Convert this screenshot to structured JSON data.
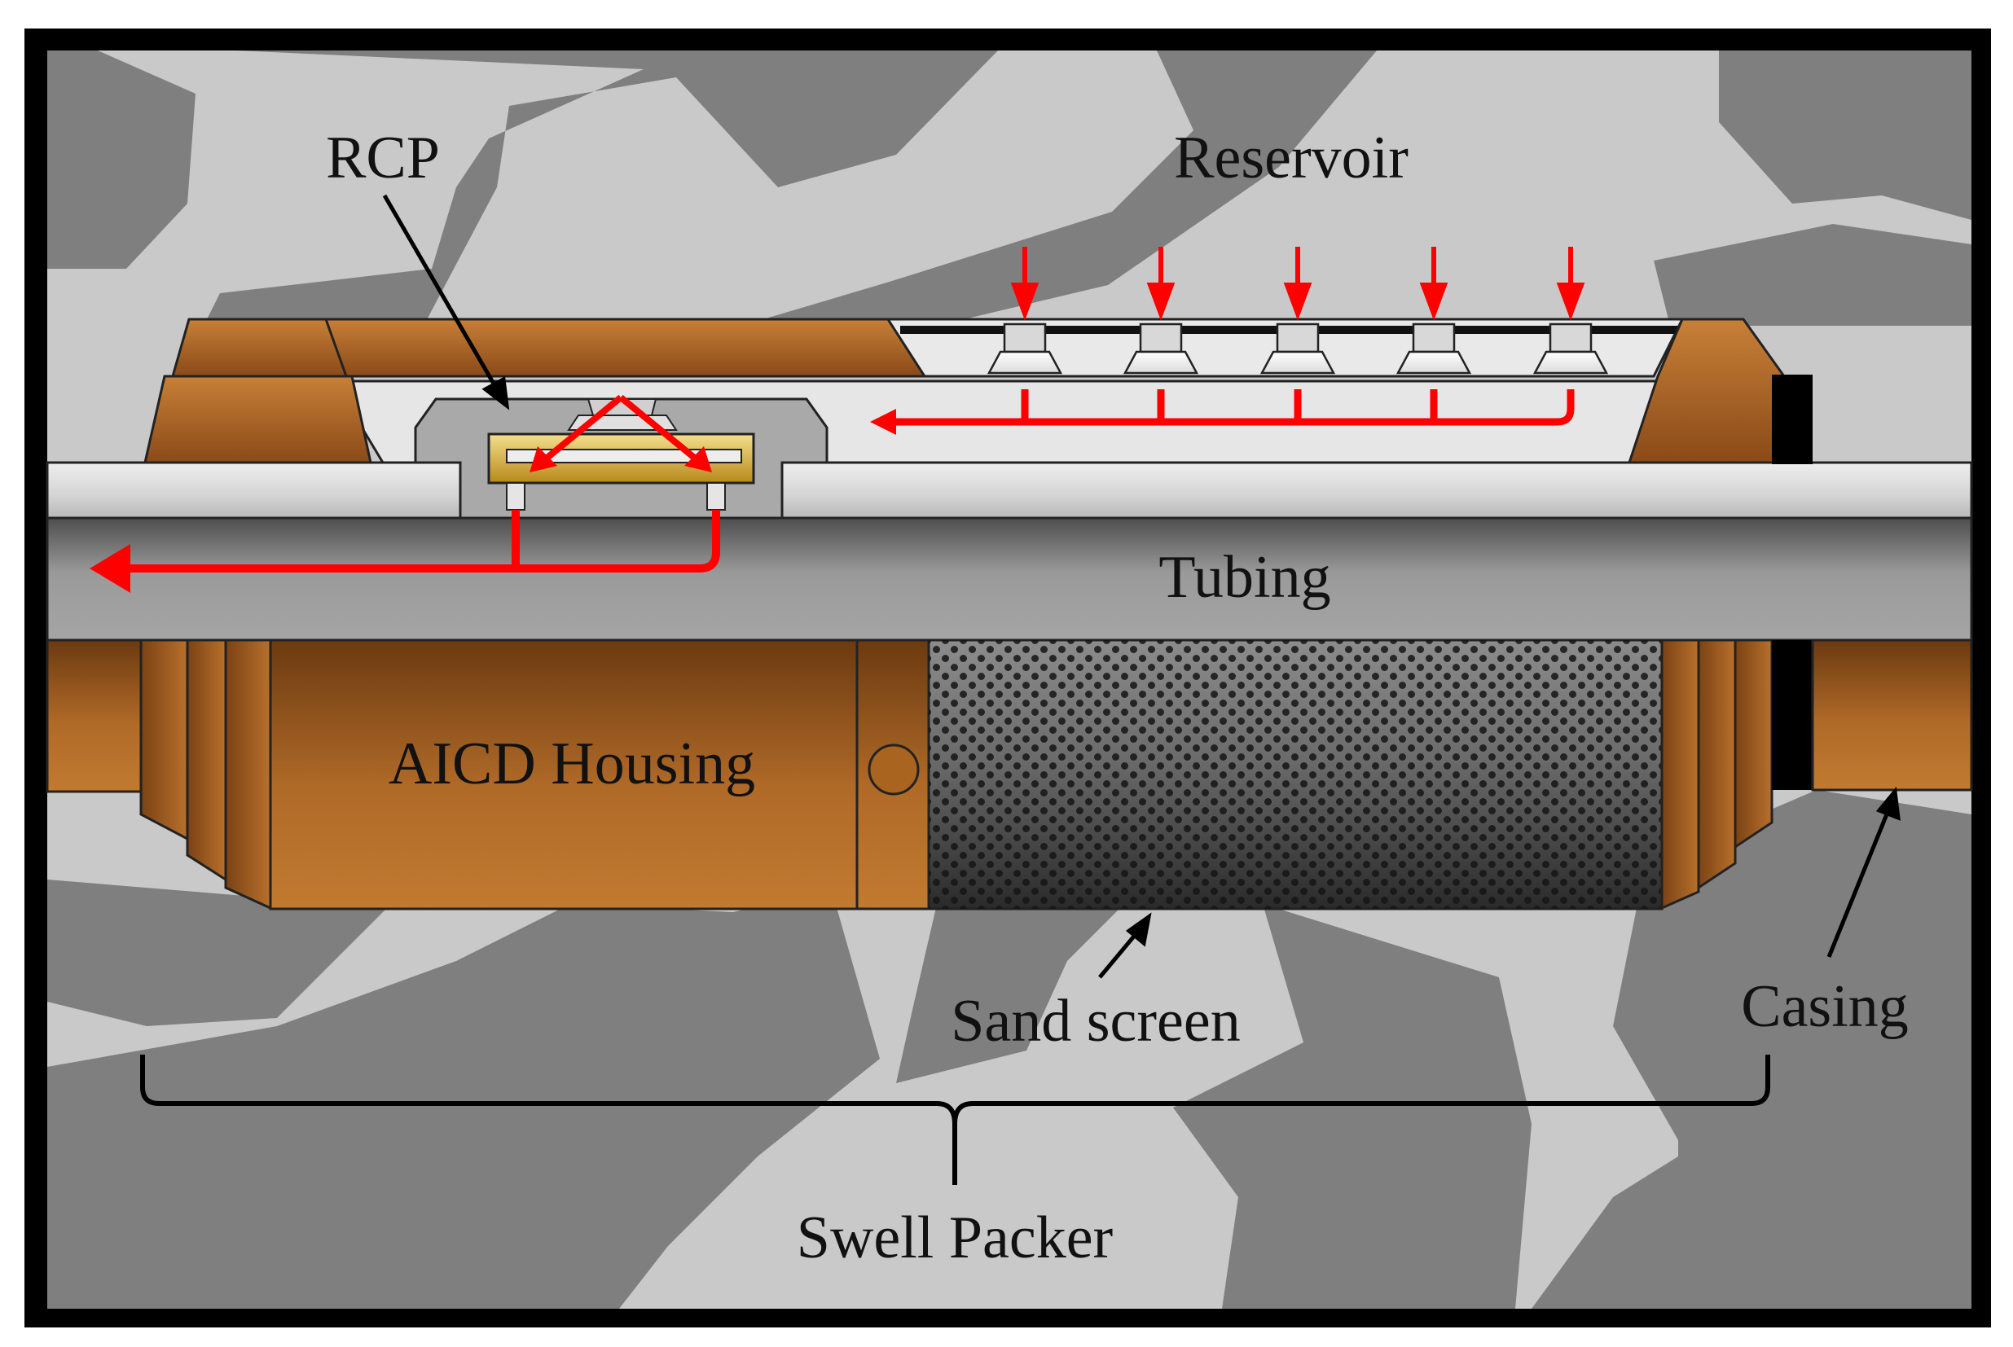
{
  "labels": {
    "rcp": "RCP",
    "reservoir": "Reservoir",
    "tubing": "Tubing",
    "aicd_housing": "AICD Housing",
    "sand_screen": "Sand screen",
    "casing": "Casing",
    "swell_packer": "Swell Packer"
  },
  "colors": {
    "rock_dark": "#7f7f7f",
    "rock_light": "#c9c9c9",
    "copper": "#b06a28",
    "flow_arrow": "#ff0000",
    "frame": "#000000"
  },
  "icons": {
    "flow": "flow-arrow-icon",
    "pointer": "pointer-arrow-icon",
    "brace": "curly-brace-icon"
  }
}
